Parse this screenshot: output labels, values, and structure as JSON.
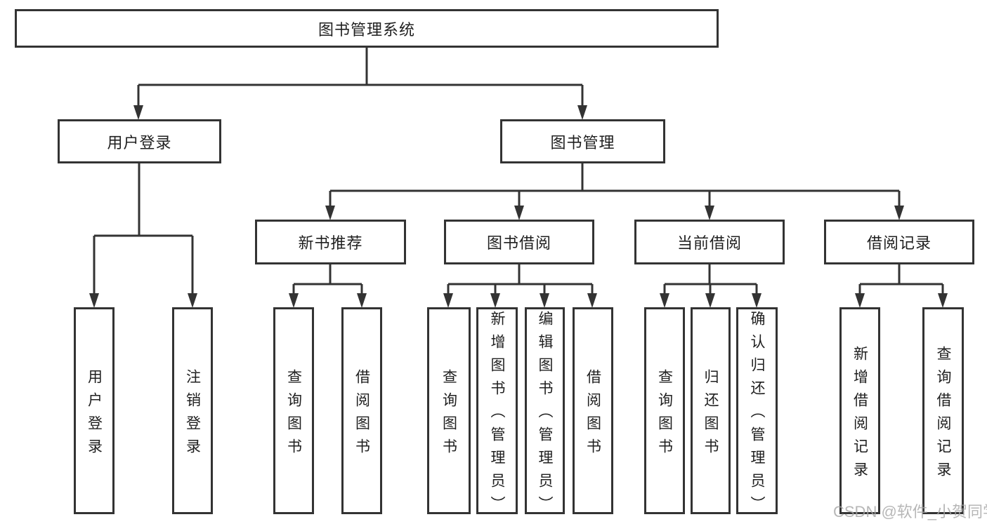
{
  "diagram": {
    "title": "图书管理系统",
    "level2": [
      {
        "label": "用户登录"
      },
      {
        "label": "图书管理"
      }
    ],
    "level3": [
      {
        "label": "新书推荐"
      },
      {
        "label": "图书借阅"
      },
      {
        "label": "当前借阅"
      },
      {
        "label": "借阅记录"
      }
    ],
    "leaves": [
      {
        "label": "用户登录"
      },
      {
        "label": "注销登录"
      },
      {
        "label": "查询图书"
      },
      {
        "label": "借阅图书"
      },
      {
        "label": "查询图书"
      },
      {
        "label": "新增图书（管理员）"
      },
      {
        "label": "编辑图书（管理员）"
      },
      {
        "label": "借阅图书"
      },
      {
        "label": "查询图书"
      },
      {
        "label": "归还图书"
      },
      {
        "label": "确认归还（管理员）"
      },
      {
        "label": "新增借阅记录"
      },
      {
        "label": "查询借阅记录"
      }
    ]
  },
  "watermark": "CSDN @软件_小贺同学",
  "colors": {
    "line": "#333333",
    "text": "#1f1f1f",
    "watermark_text": "#a5a5a5",
    "background": "#ffffff"
  }
}
